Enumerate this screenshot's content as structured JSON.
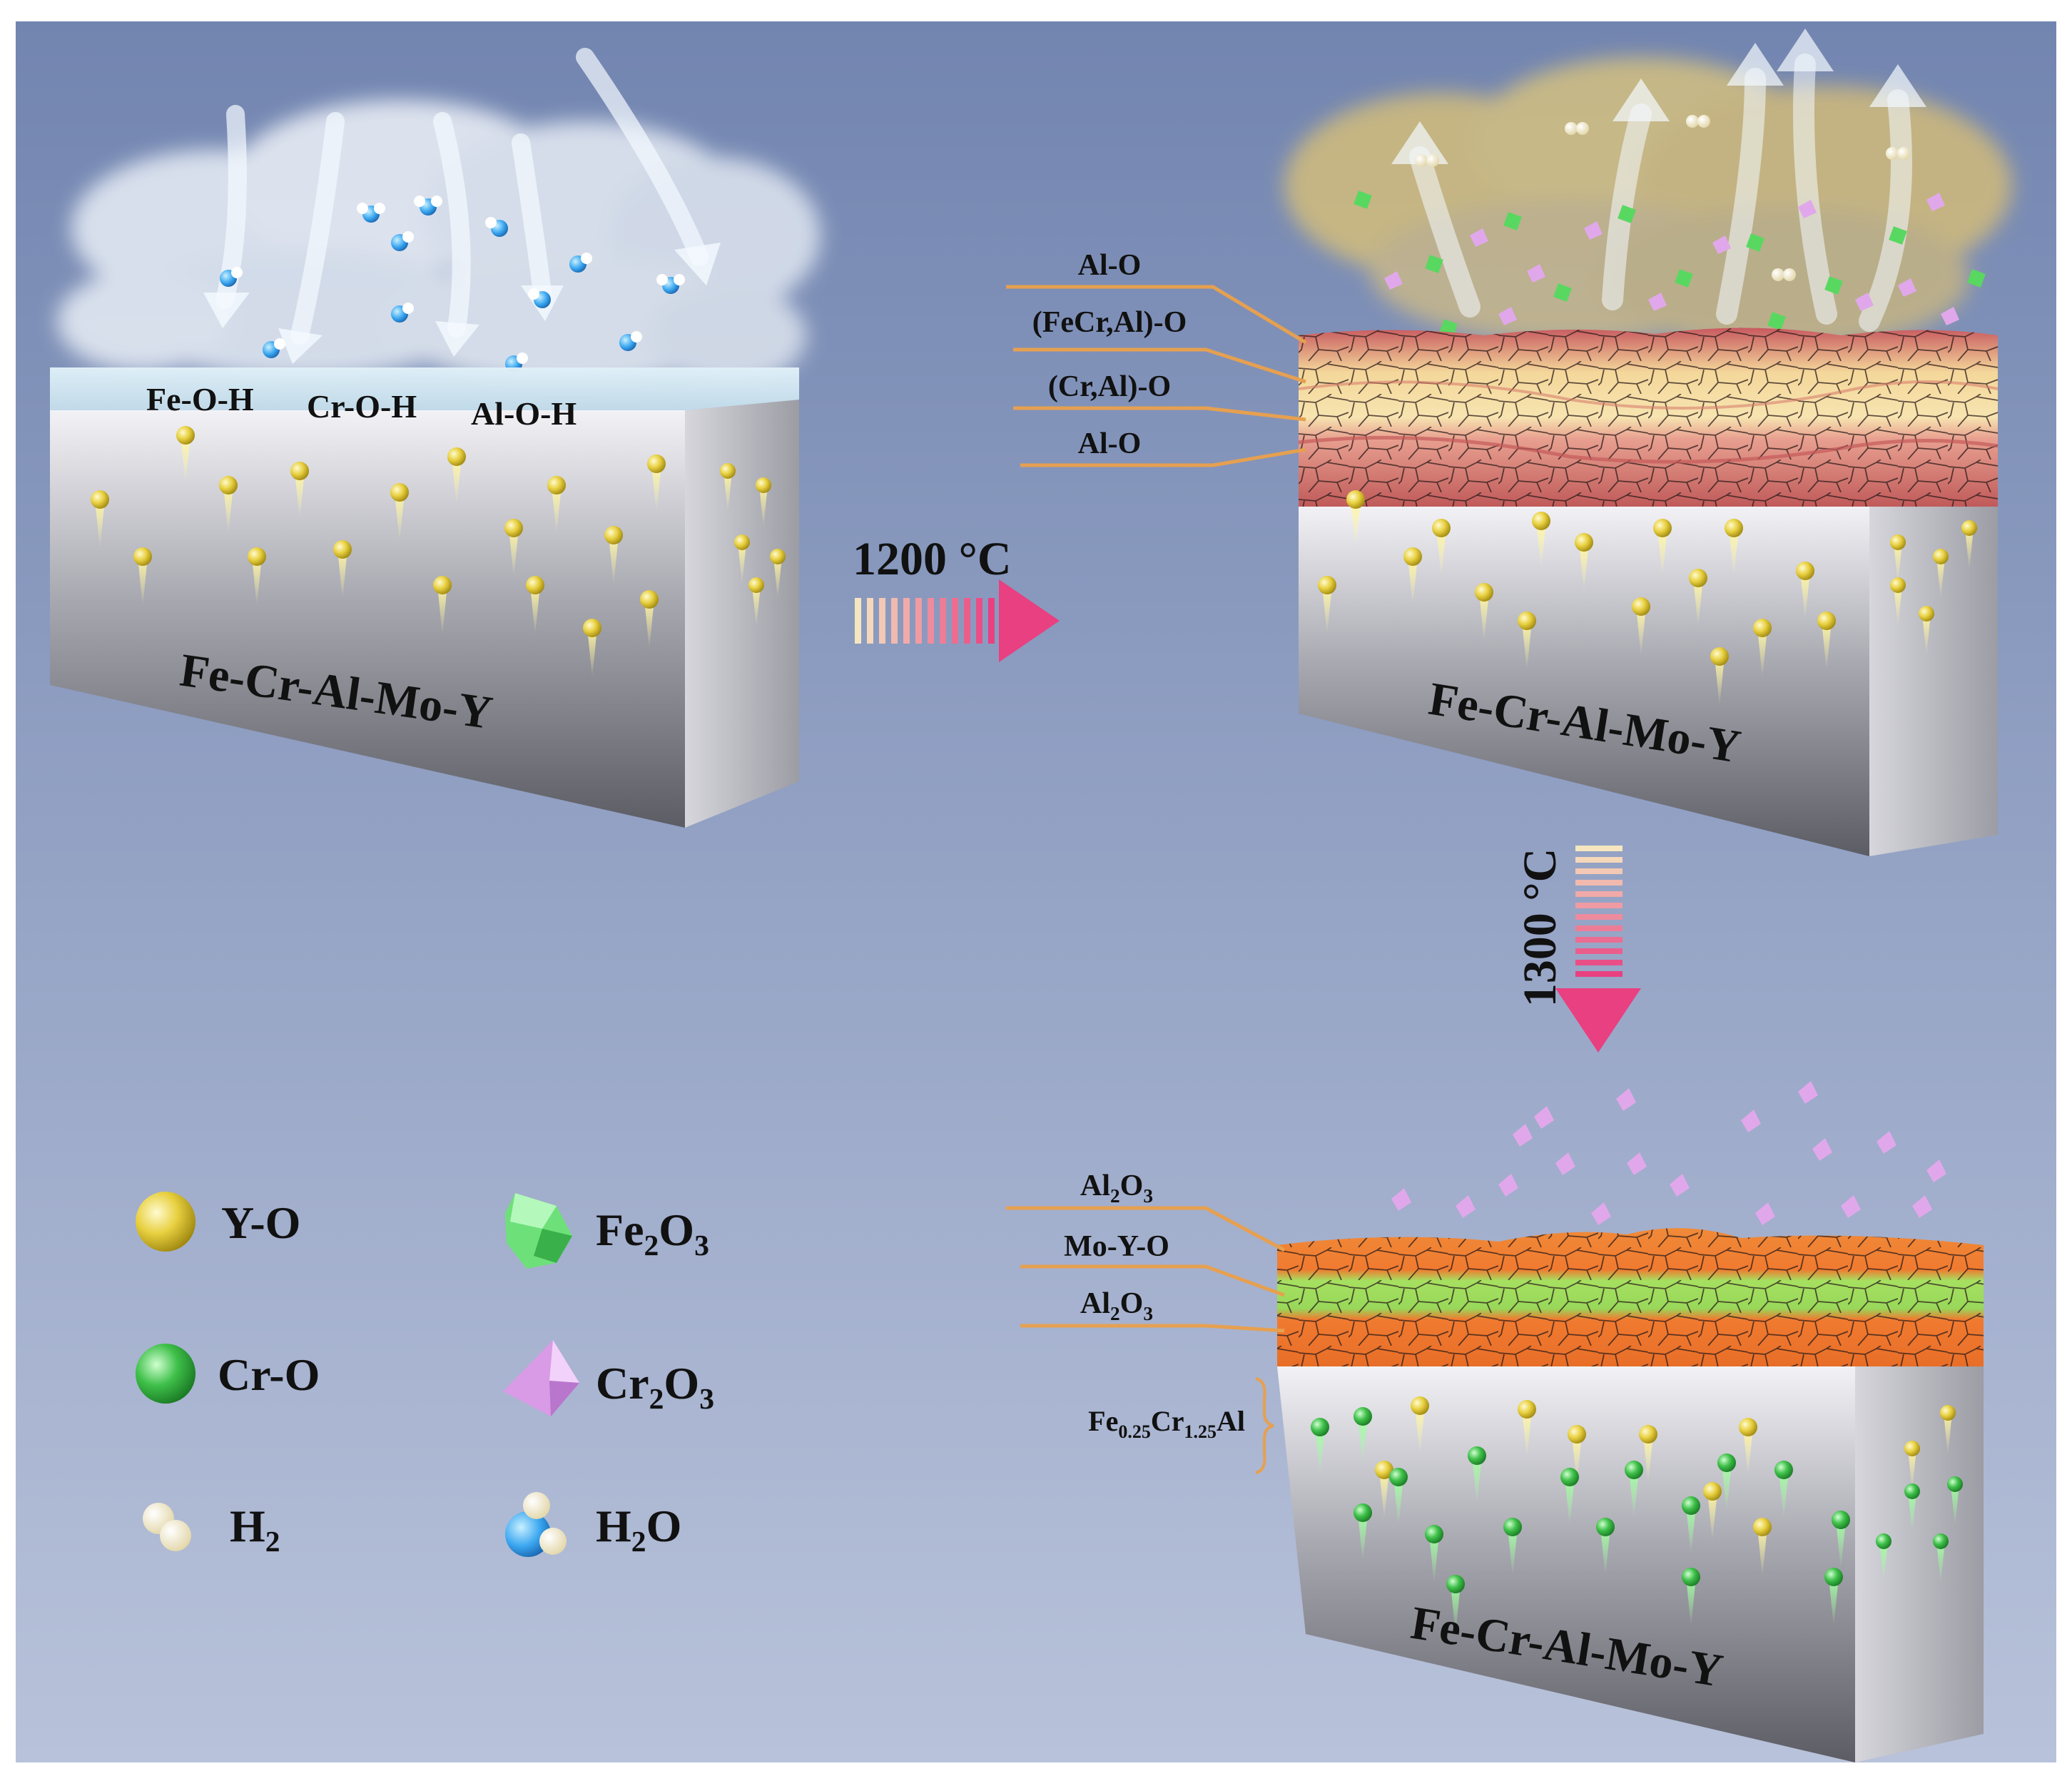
{
  "panels": {
    "initial": {
      "substrate_label": "Fe-Cr-Al-Mo-Y",
      "surface_labels": [
        "Fe-O-H",
        "Cr-O-H",
        "Al-O-H"
      ]
    },
    "after_1200": {
      "substrate_label": "Fe-Cr-Al-Mo-Y",
      "layer_labels": [
        "Al-O",
        "(FeCr,Al)-O",
        "(Cr,Al)-O",
        "Al-O"
      ]
    },
    "after_1300": {
      "substrate_label": "Fe-Cr-Al-Mo-Y",
      "layer_labels": [
        {
          "main": "Al",
          "sub": "2",
          "rest": "O",
          "sub2": "3"
        },
        {
          "main": "Mo-Y-O"
        },
        {
          "main": "Al",
          "sub": "2",
          "rest": "O",
          "sub2": "3"
        }
      ],
      "interlayer_label": {
        "a": "Fe",
        "a_sub": "0.25",
        "b": "Cr",
        "b_sub": "1.25",
        "c": "Al"
      }
    }
  },
  "transitions": {
    "first": "1200 °C",
    "second": "1300 °C"
  },
  "legend": [
    {
      "icon": "yellow-sphere-icon",
      "color": "#e8d040",
      "main": "Y-O"
    },
    {
      "icon": "green-sphere-icon",
      "color": "#3fc04a",
      "main": "Cr-O"
    },
    {
      "icon": "h2-molecule-icon",
      "color": "#f2e8c0",
      "main": "H",
      "sub": "2"
    },
    {
      "icon": "green-polyhedron-icon",
      "color": "#6ee07a",
      "main": "Fe",
      "sub": "2",
      "rest": "O",
      "sub2": "3"
    },
    {
      "icon": "pink-octahedron-icon",
      "color": "#d99be6",
      "main": "Cr",
      "sub": "2",
      "rest": "O",
      "sub2": "3"
    },
    {
      "icon": "h2o-molecule-icon",
      "color": "#3aa6f0",
      "main": "H",
      "sub": "2",
      "rest": "O"
    }
  ],
  "colors": {
    "background_top": "#7487b2",
    "background_bottom": "#b6c0d8",
    "block_gray": "#8f8f96",
    "scale_pink": "#c45a62",
    "scale_cream": "#f6e2a8",
    "scale_orange": "#ef7a30",
    "scale_green": "#98e060",
    "arrow_pink": "#e8407a",
    "leader_orange": "#e6a050"
  }
}
